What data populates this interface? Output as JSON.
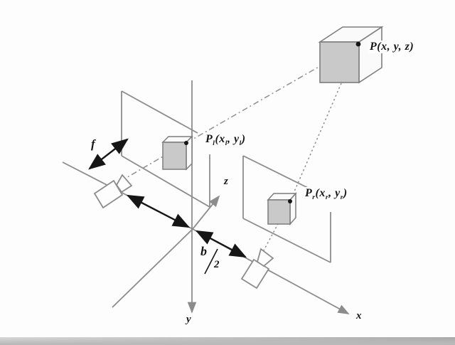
{
  "figure": {
    "description": "stereo-vision-geometry-diagram",
    "colors": {
      "background": "#fdfdfd",
      "structure_line": "#8c8c8c",
      "dashed_ray": "#8f8f8f",
      "ink": "#161616",
      "cube_fill": "#c9c9c9",
      "cube_face": "#fafafa"
    },
    "labels": {
      "point_world": {
        "parts": [
          {
            "t": "P"
          },
          {
            "t": "("
          },
          {
            "t": "x"
          },
          {
            "t": ", "
          },
          {
            "t": "y"
          },
          {
            "t": ", "
          },
          {
            "t": "z"
          },
          {
            "t": ")"
          }
        ]
      },
      "point_left": {
        "parts": [
          {
            "t": "P"
          },
          {
            "t": "l",
            "sub": true
          },
          {
            "t": "("
          },
          {
            "t": "x"
          },
          {
            "t": "l",
            "sub": true
          },
          {
            "t": ", "
          },
          {
            "t": "y"
          },
          {
            "t": "l",
            "sub": true
          },
          {
            "t": ")"
          }
        ]
      },
      "point_right": {
        "parts": [
          {
            "t": "P"
          },
          {
            "t": "r",
            "sub": true
          },
          {
            "t": "("
          },
          {
            "t": "x"
          },
          {
            "t": "r",
            "sub": true
          },
          {
            "t": ", "
          },
          {
            "t": "y"
          },
          {
            "t": "r",
            "sub": true
          },
          {
            "t": ")"
          }
        ]
      },
      "focal_length": "f",
      "baseline_numerator": "b",
      "baseline_denominator": "2",
      "axis_x": "x",
      "axis_y": "y",
      "axis_z": "z"
    }
  }
}
